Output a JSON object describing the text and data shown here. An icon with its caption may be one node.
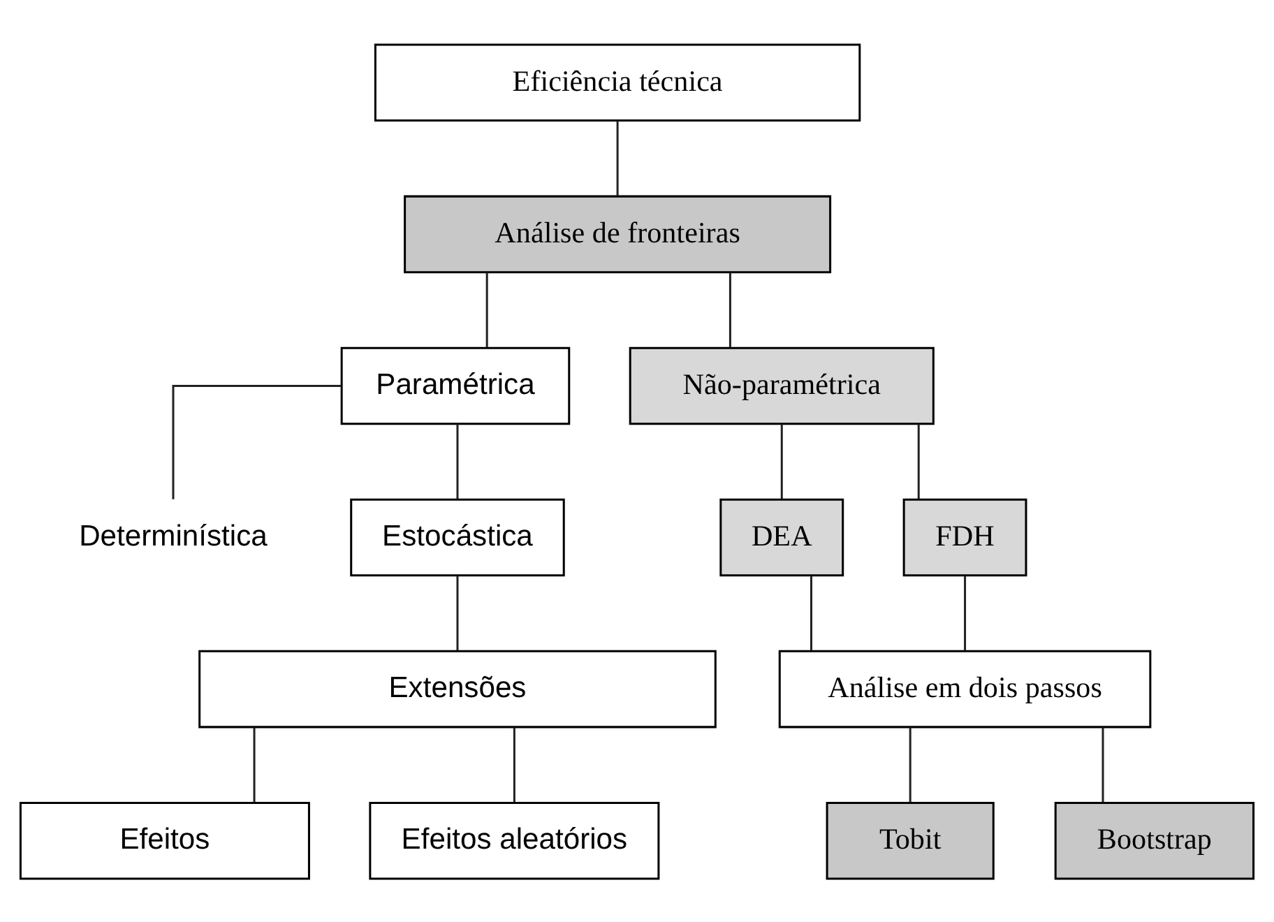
{
  "diagram": {
    "nodes": [
      {
        "text": [
          "Eficiência técnica"
        ]
      },
      {
        "text": [
          "Análise de fronteiras"
        ]
      },
      {
        "text": [
          "Paramétrica"
        ]
      },
      {
        "text": [
          "Não-paramétrica"
        ]
      },
      {
        "text": [
          "Determinística"
        ]
      },
      {
        "text": [
          "Estocástica"
        ]
      },
      {
        "text": [
          "DEA"
        ]
      },
      {
        "text": [
          "FDH"
        ]
      },
      {
        "text": [
          "Extensões"
        ]
      },
      {
        "text": [
          "Análise em dois passos"
        ]
      },
      {
        "text": [
          "Tobit"
        ]
      },
      {
        "text": [
          "Bootstrap"
        ]
      },
      {
        "text": [
          "Efeitos"
        ]
      },
      {
        "text": [
          "Efeitos aleatórios"
        ]
      }
    ],
    "edges": [
      {
        "from": 0,
        "to": 1,
        "arrow": "none"
      },
      {
        "from": 1,
        "to": 2,
        "arrow": "none"
      },
      {
        "from": 1,
        "to": 3,
        "arrow": "none"
      },
      {
        "from": 2,
        "to": 4,
        "arrow": "none"
      },
      {
        "from": 2,
        "to": 5,
        "arrow": "none"
      },
      {
        "from": 3,
        "to": 6,
        "arrow": "none"
      },
      {
        "from": 3,
        "to": 7,
        "arrow": "none"
      },
      {
        "from": 5,
        "to": 8,
        "arrow": "none"
      },
      {
        "from": 6,
        "to": 9,
        "arrow": "none"
      },
      {
        "from": 7,
        "to": 9,
        "arrow": "none"
      },
      {
        "from": 9,
        "to": 10,
        "arrow": "none"
      },
      {
        "from": 9,
        "to": 11,
        "arrow": "none"
      },
      {
        "from": 8,
        "to": 12,
        "arrow": "none"
      },
      {
        "from": 8,
        "to": 13,
        "arrow": "none"
      }
    ]
  }
}
